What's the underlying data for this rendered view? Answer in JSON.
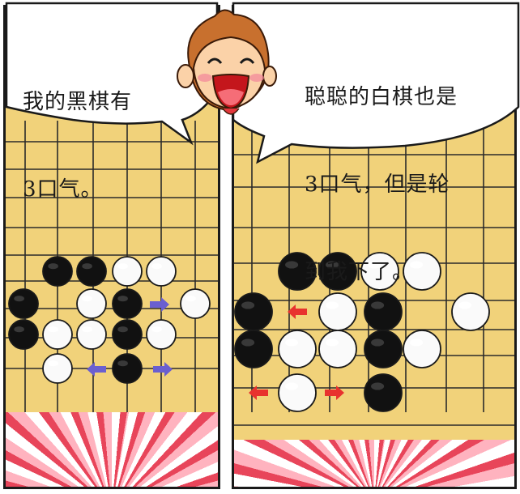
{
  "left_bubble": {
    "lines": [
      "我的黑棋有",
      "3口气。"
    ]
  },
  "right_bubble": {
    "lines": [
      "聪聪的白棋也是",
      "3口气，但是轮",
      "到我下了。"
    ]
  },
  "colors": {
    "board": "#f1d27a",
    "grid": "#2a2a2a",
    "arrow_purple": "#6a5fd0",
    "arrow_red": "#e8322e",
    "burst_red": "#e8455a"
  },
  "icons": [
    "cartoon-boy-face",
    "black-stone",
    "white-stone",
    "arrow-icon"
  ]
}
